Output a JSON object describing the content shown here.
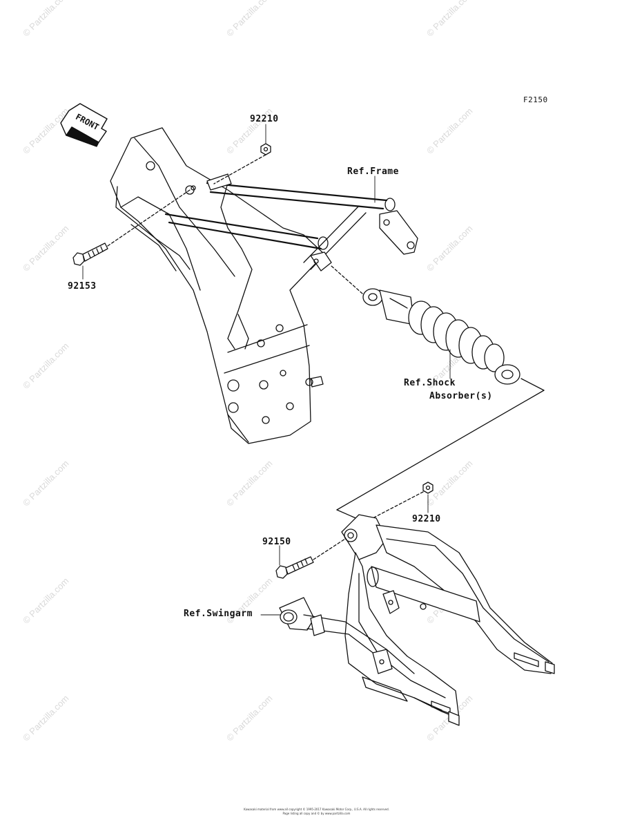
{
  "figure_number": "F2150",
  "front_label": "FRONT",
  "parts": {
    "nut_upper": "92210",
    "bolt_upper": "92153",
    "bolt_lower": "92150",
    "nut_lower": "92210"
  },
  "refs": {
    "frame": "Ref.Frame",
    "shock_line1": "Ref.Shock",
    "shock_line2": "Absorber(s)",
    "swingarm": "Ref.Swingarm"
  },
  "watermark": "© Partzilla.com",
  "copyright": {
    "line1": "Kawasaki material from www.all copyright © 1995-2017 Kawasaki Motor Corp., U.S.A. All rights reserved.",
    "line2": "Page listing all copy and © by www.partzilla.com"
  },
  "colors": {
    "line": "#111111",
    "watermark": "#d9d9d9"
  }
}
